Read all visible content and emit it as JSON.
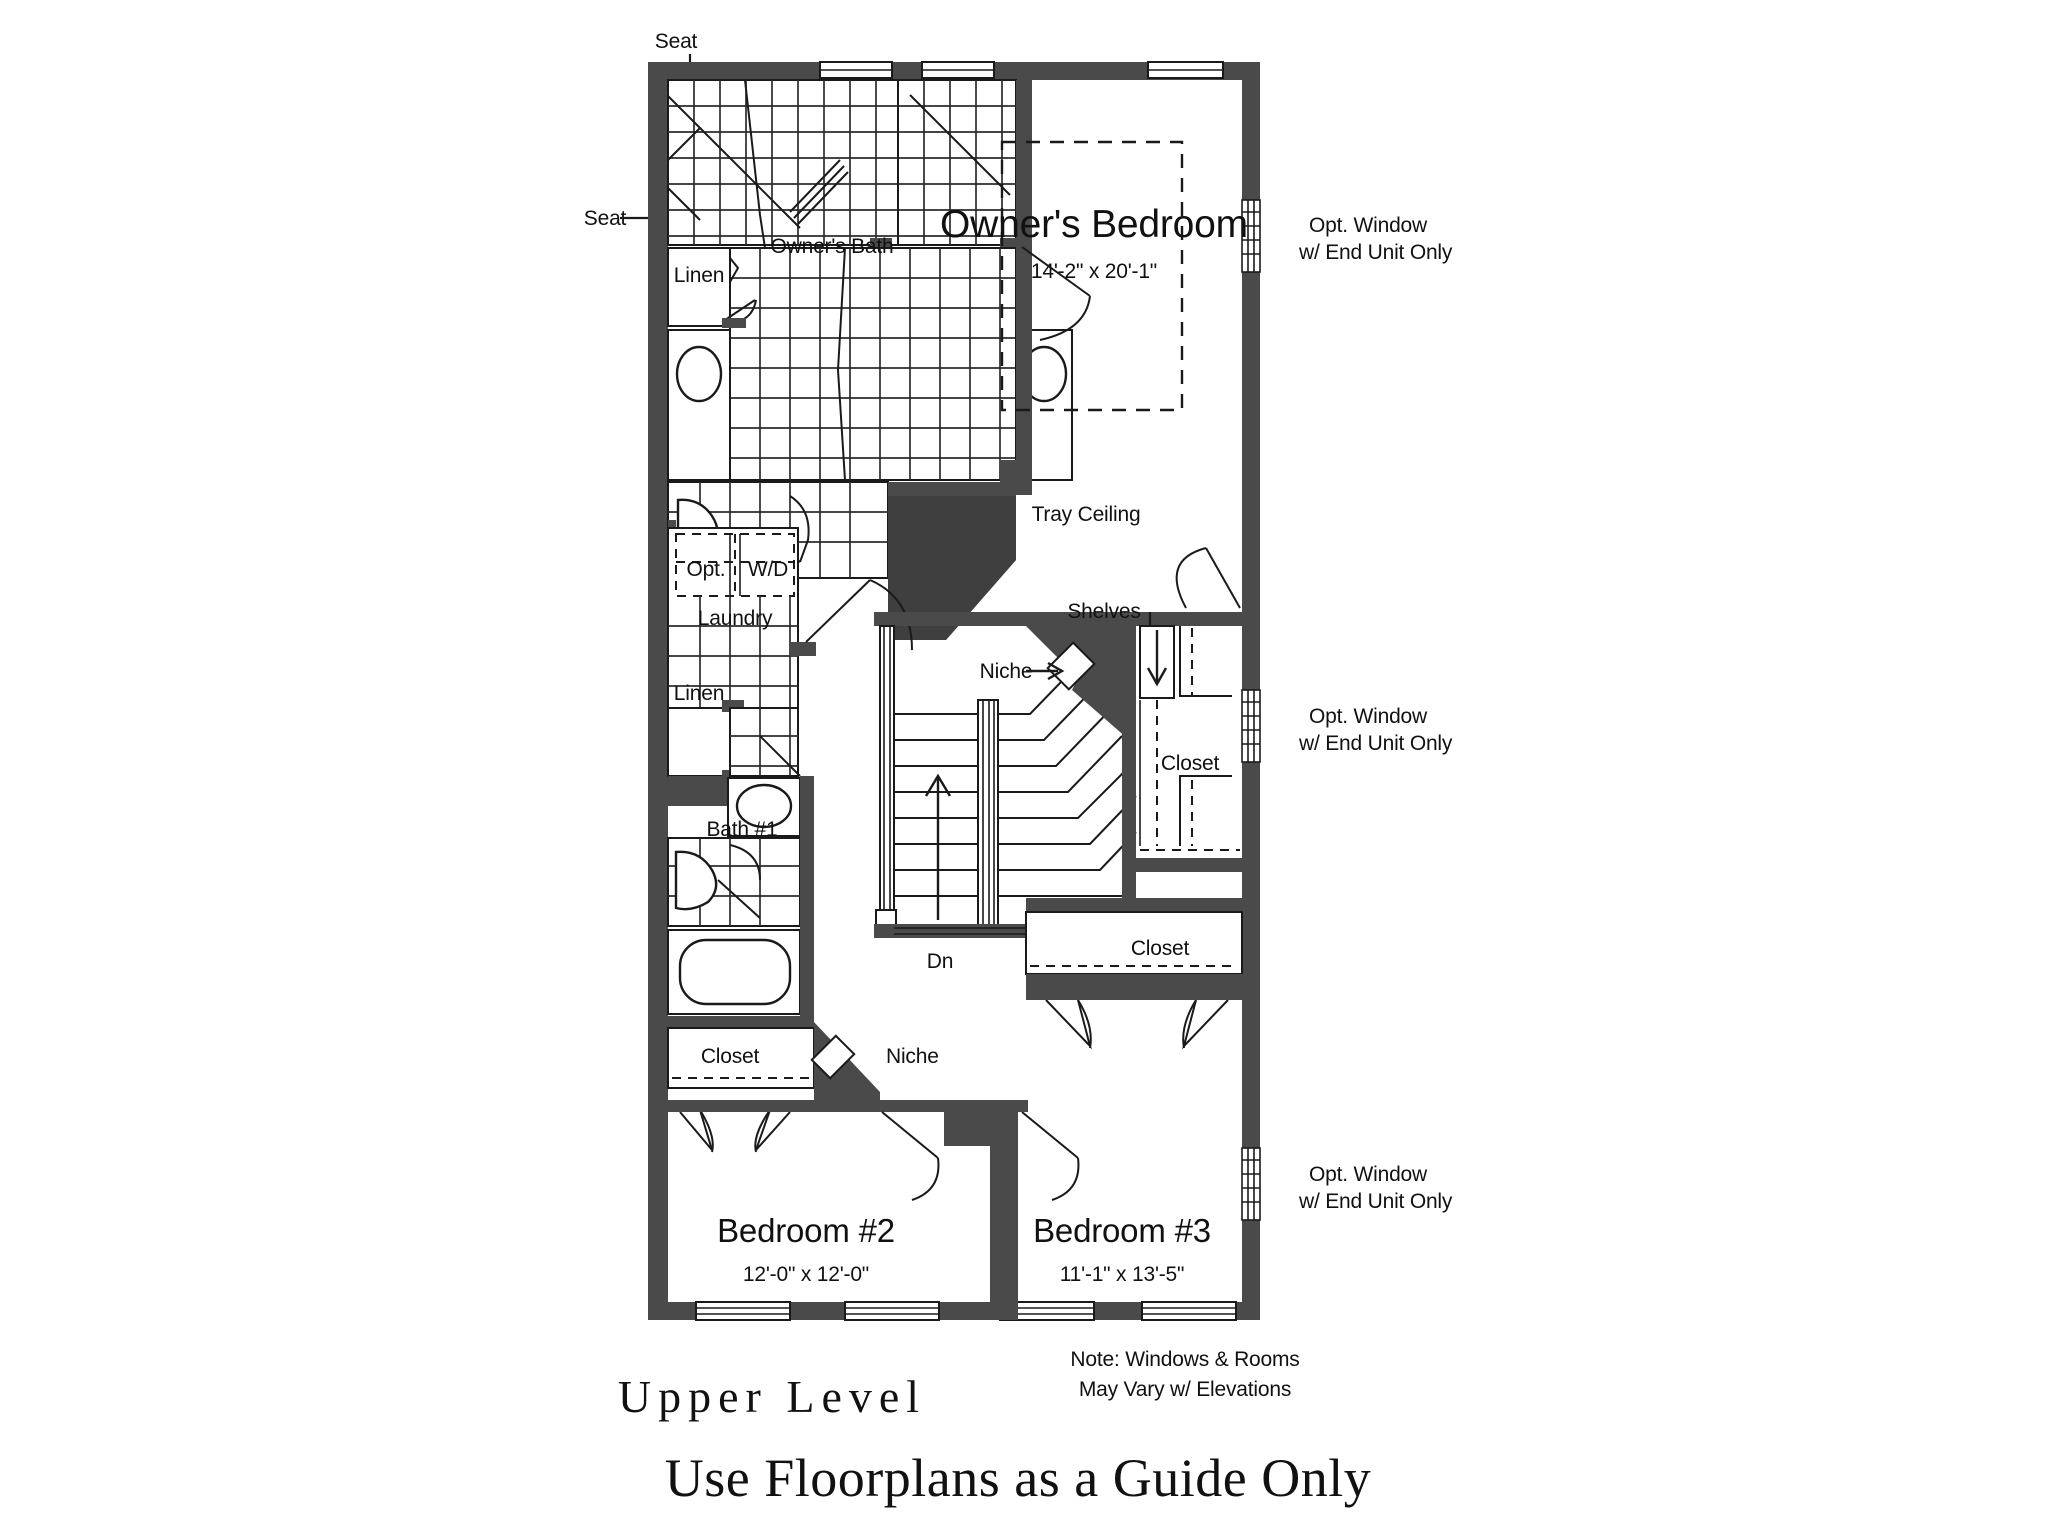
{
  "document": {
    "title": "Upper Level",
    "footer_note": "Use Floorplans as a Guide Only",
    "disclaimer_line1": "Note: Windows & Rooms",
    "disclaimer_line2": "May Vary w/ Elevations"
  },
  "rooms": [
    {
      "id": "owners-bedroom",
      "name": "Owner's Bedroom",
      "dimensions": "14'-2\" x 20'-1\"",
      "ceiling": "Tray Ceiling"
    },
    {
      "id": "bedroom-2",
      "name": "Bedroom #2",
      "dimensions": "12'-0\" x 12'-0\""
    },
    {
      "id": "bedroom-3",
      "name": "Bedroom #3",
      "dimensions": "11'-1\" x 13'-5\""
    },
    {
      "id": "owners-bath",
      "name": "Owner's Bath",
      "dimensions": ""
    },
    {
      "id": "bath-1",
      "name": "Bath #1",
      "dimensions": ""
    },
    {
      "id": "laundry",
      "name": "Laundry",
      "dimensions": ""
    }
  ],
  "labels": {
    "seat_top": "Seat",
    "seat_left": "Seat",
    "linen_upper": "Linen",
    "linen_lower": "Linen",
    "owners_bath": "Owner's Bath",
    "opt_wd": "Opt.",
    "wd": "W/D",
    "laundry": "Laundry",
    "bath_1": "Bath #1",
    "closet_left": "Closet",
    "closet_right_upper": "Closet",
    "closet_right_lower": "Closet",
    "niche_stair": "Niche",
    "niche_hall": "Niche",
    "shelves": "Shelves",
    "stairs_down": "Dn",
    "owners_bedroom": "Owner's Bedroom",
    "owners_bedroom_dims": "14'-2\" x 20'-1\"",
    "tray_ceiling": "Tray Ceiling",
    "bedroom_2": "Bedroom #2",
    "bedroom_2_dims": "12'-0\" x 12'-0\"",
    "bedroom_3": "Bedroom #3",
    "bedroom_3_dims": "11'-1\" x 13'-5\""
  },
  "optional_windows": [
    {
      "id": "opt-window-1",
      "line1": "Opt. Window",
      "line2": "w/ End Unit Only"
    },
    {
      "id": "opt-window-2",
      "line1": "Opt. Window",
      "line2": "w/ End Unit Only"
    },
    {
      "id": "opt-window-3",
      "line1": "Opt. Window",
      "line2": "w/ End Unit Only"
    }
  ],
  "colors": {
    "wall": "#4a4a4a",
    "line": "#1a1a1a",
    "background": "#ffffff"
  }
}
